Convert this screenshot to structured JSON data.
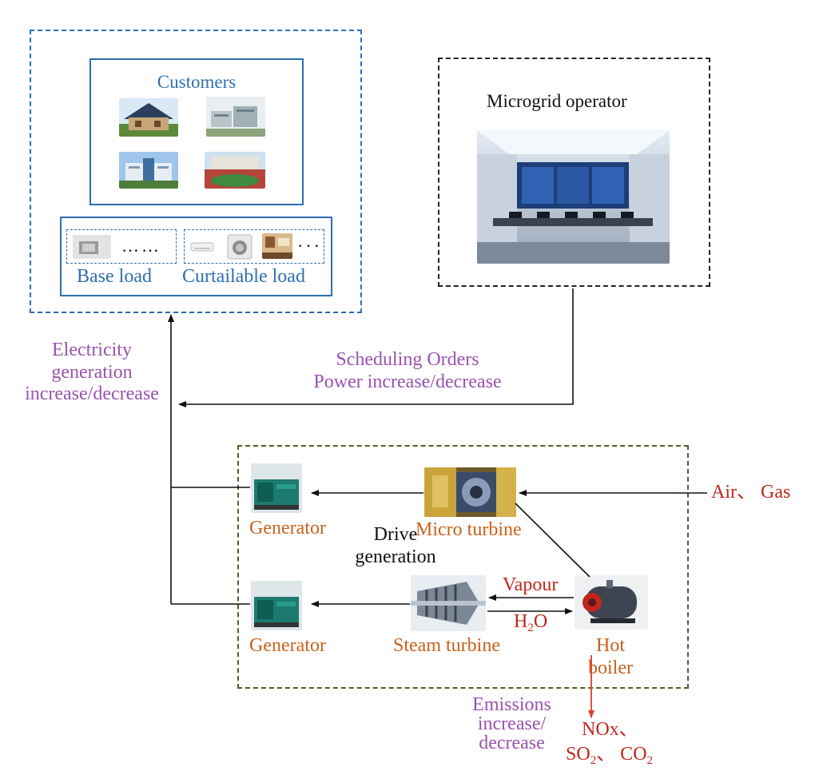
{
  "customers": {
    "title": "Customers",
    "base_load": "Base load",
    "curtailable_load": "Curtailable load",
    "dots_short": "……",
    "dots_long": "···"
  },
  "operator": {
    "title": "Microgrid operator"
  },
  "flows": {
    "electricity": [
      "Electricity",
      "generation",
      "increase/decrease"
    ],
    "scheduling": [
      "Scheduling Orders",
      "Power increase/decrease"
    ],
    "air_gas": "Air、 Gas",
    "drive": [
      "Drive",
      "generation"
    ],
    "vapour": "Vapour",
    "h2o": "H2O",
    "emissions": [
      "Emissions",
      "increase/",
      "decrease"
    ],
    "emission_gases": {
      "line1": "NOx、",
      "so2": "SO2",
      "sep": "、",
      "co2": "CO2"
    }
  },
  "components": {
    "generator_top": "Generator",
    "generator_bottom": "Generator",
    "micro_turbine": "Micro turbine",
    "steam_turbine": "Steam turbine",
    "hot_boiler": [
      "Hot",
      "boiler"
    ]
  },
  "colors": {
    "customer_blue": "#2e6fb0",
    "flow_purple": "#9a52b0",
    "component_orange": "#c8621b",
    "gas_red": "#c0261c",
    "emission_arrow": "#e23a2a",
    "plant_border": "#5b5a2a"
  }
}
